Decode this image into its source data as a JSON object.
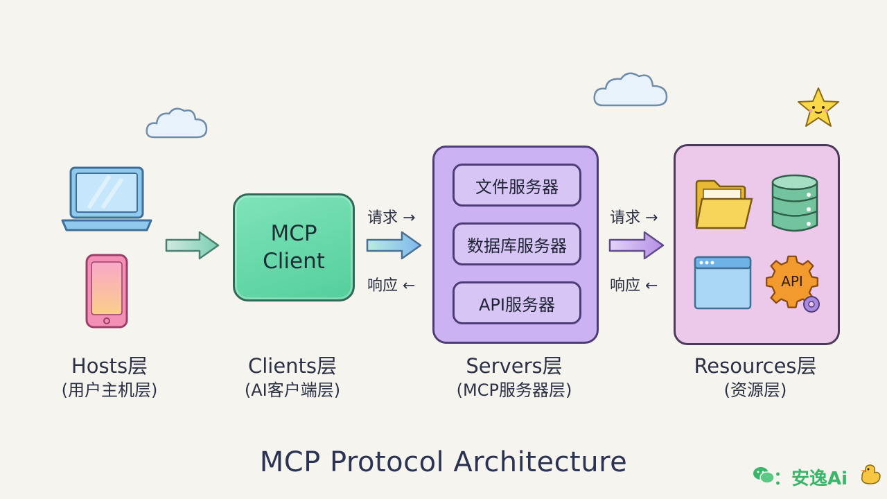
{
  "layers": {
    "hosts": {
      "title": "Hosts层",
      "subtitle": "(用户主机层)"
    },
    "clients": {
      "title": "Clients层",
      "subtitle": "(AI客户端层)"
    },
    "servers": {
      "title": "Servers层",
      "subtitle": "(MCP服务器层)"
    },
    "resources": {
      "title": "Resources层",
      "subtitle": "(资源层)"
    }
  },
  "client_box": {
    "label": "MCP\nClient"
  },
  "servers": {
    "items": [
      "文件服务器",
      "数据库服务器",
      "API服务器"
    ]
  },
  "resources": {
    "api_gear_label": "API"
  },
  "arrows": {
    "left": {
      "request": "请求 →",
      "response": "响应 ←"
    },
    "right": {
      "request": "请求 →",
      "response": "响应 ←"
    }
  },
  "title": "MCP Protocol Architecture",
  "watermark": {
    "text": "：安逸Ai"
  },
  "icons": [
    "laptop-icon",
    "phone-icon",
    "folder-icon",
    "database-icon",
    "browser-window-icon",
    "gear-icon",
    "cloud-icon",
    "star-icon",
    "wechat-icon",
    "duck-icon"
  ],
  "colors": {
    "client": "#5fd6a4",
    "server": "#cbb3f3",
    "resource": "#ecc8ea",
    "arrow": "#7ccfb2"
  }
}
